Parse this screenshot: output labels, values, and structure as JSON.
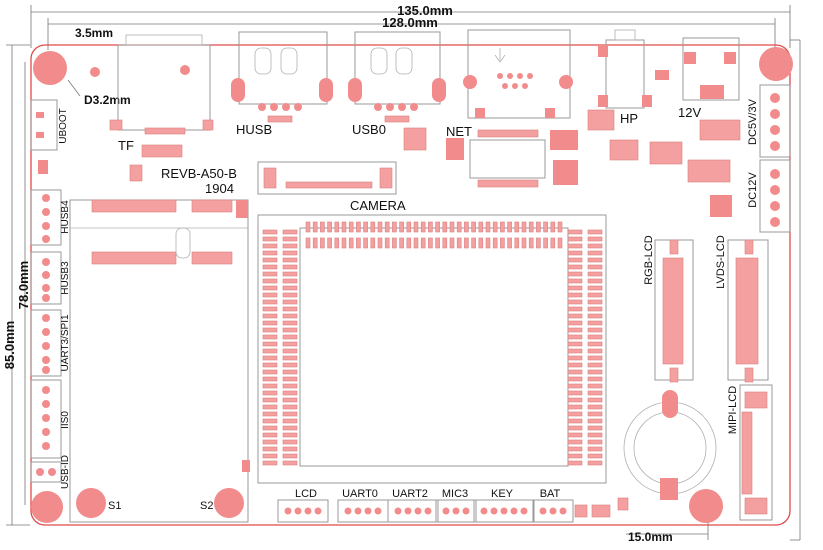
{
  "dimensions": {
    "width_overall": "135.0mm",
    "width_inner": "128.0mm",
    "height_overall": "85.0mm",
    "height_inner": "78.0mm",
    "hole_offset": "3.5mm",
    "hole_diameter": "D3.2mm",
    "bottom_right": "15.0mm"
  },
  "board": {
    "name": "REVB-A50-B",
    "date": "1904"
  },
  "connectors": {
    "husb": "HUSB",
    "usb0": "USB0",
    "tf": "TF",
    "net": "NET",
    "hp": "HP",
    "v12": "12V",
    "camera": "CAMERA",
    "rgb_lcd": "RGB-LCD",
    "lvds_lcd": "LVDS-LCD",
    "mipi_lcd": "MIPI-LCD",
    "dc5v3v": "DC5V/3V",
    "dc12v": "DC12V",
    "uboot": "UBOOT",
    "husb4": "HUSB4",
    "husb3": "HUSB3",
    "uart3_spi1": "UART3/SPI1",
    "iis0": "IIS0",
    "usb_id": "USB-ID"
  },
  "bottom_headers": [
    "LCD",
    "UART0",
    "UART2",
    "MIC3",
    "KEY",
    "BAT"
  ],
  "switches": {
    "s1": "S1",
    "s2": "S2"
  }
}
